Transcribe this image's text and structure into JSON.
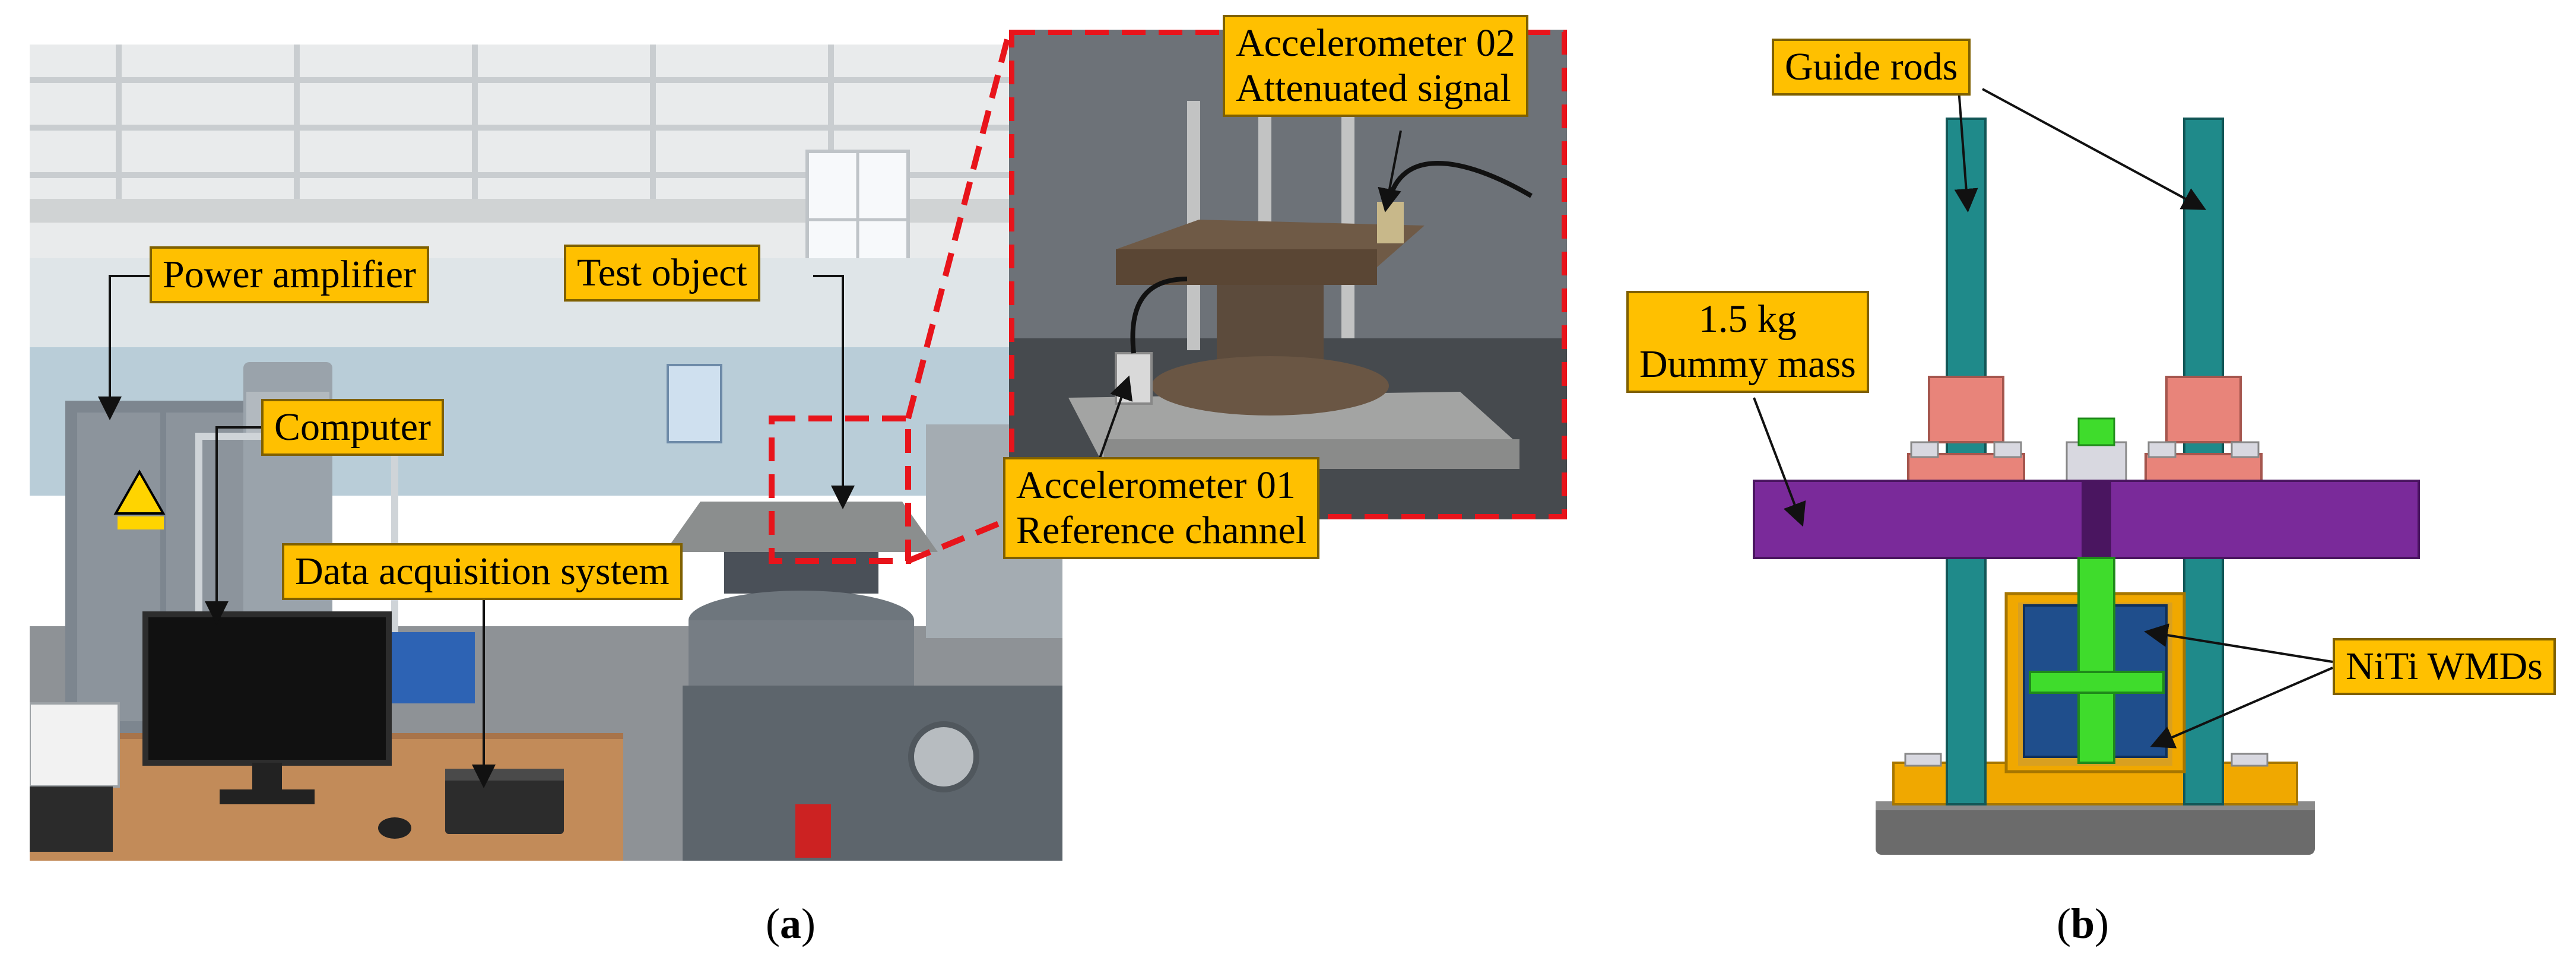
{
  "panel_a": {
    "label_letter": "a",
    "callouts": {
      "power_amplifier": "Power amplifier",
      "test_object": "Test object",
      "computer": "Computer",
      "data_acquisition": "Data acquisition system",
      "accelerometer_02_line1": "Accelerometer 02",
      "accelerometer_02_line2": "Attenuated signal",
      "accelerometer_01_line1": "Accelerometer 01",
      "accelerometer_01_line2": "Reference channel"
    }
  },
  "panel_b": {
    "label_letter": "b",
    "callouts": {
      "guide_rods": "Guide rods",
      "dummy_mass_line1": "1.5 kg",
      "dummy_mass_line2": "Dummy mass",
      "niti_wmds": "NiTi WMDs"
    }
  },
  "colors": {
    "callout_fill": "#ffc000",
    "callout_border": "#7f6000",
    "zoom_frame": "#e8141b",
    "dummy_mass": "#7a2a9a",
    "guide_rod": "#1f8a8a",
    "collar": "#e8847a",
    "shaft": "#3fdc2c",
    "damper_block": "#1f4e8c",
    "housing": "#f0a800",
    "base_disk": "#6b6b6b"
  }
}
